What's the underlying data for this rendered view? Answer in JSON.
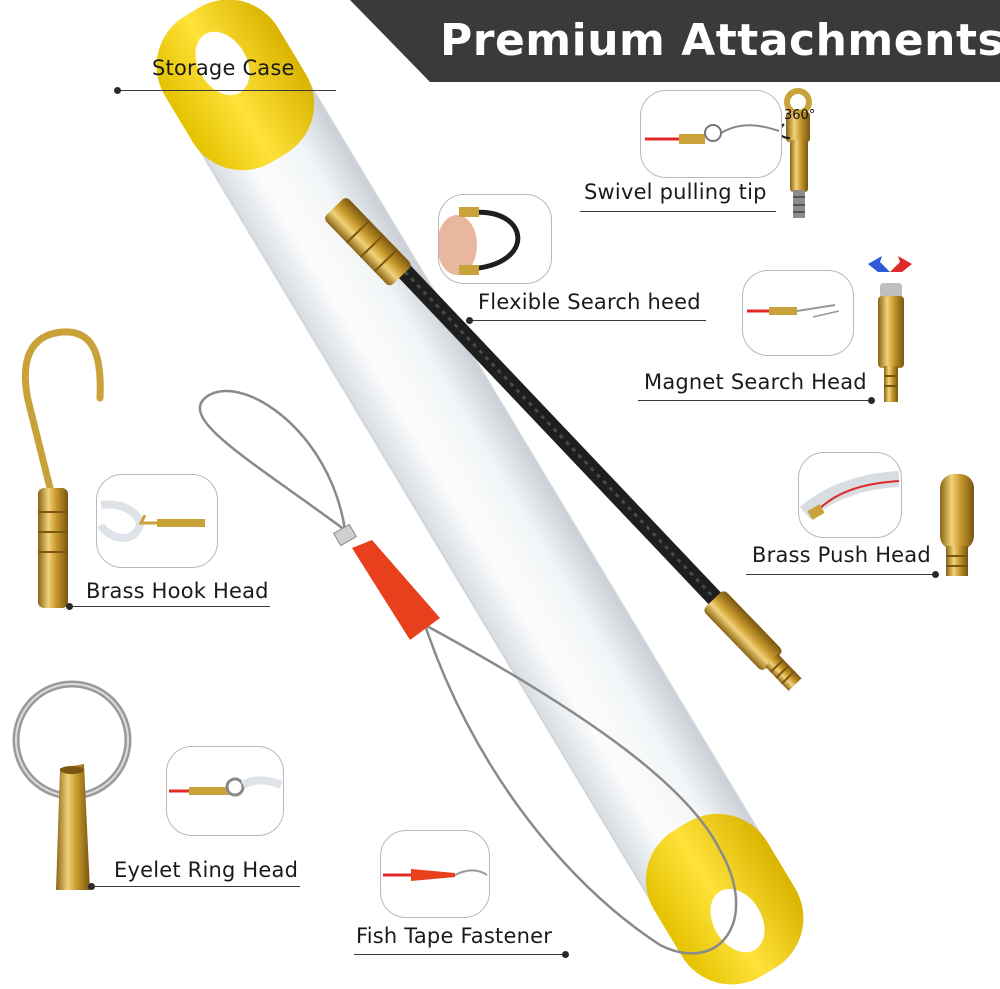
{
  "banner": {
    "title": "Premium  Attachments",
    "background": "#3a3a3a",
    "text_color": "#ffffff"
  },
  "labels": {
    "storage_case": "Storage Case",
    "swivel_pulling_tip": "Swivel pulling tip",
    "flexible_search_head": "Flexible Search heed",
    "magnet_search_head": "Magnet Search Head",
    "brass_push_head": "Brass Push Head",
    "brass_hook_head": "Brass Hook Head",
    "eyelet_ring_head": "Eyelet Ring Head",
    "fish_tape_fastener": "Fish Tape Fastener"
  },
  "annotations": {
    "swivel_degrees": "360°"
  },
  "colors": {
    "case_cap": "#f5d500",
    "brass": "#c9a23a",
    "fastener": "#e8401c",
    "cable": "#1e1e1e",
    "wire": "#8a8a8a"
  }
}
